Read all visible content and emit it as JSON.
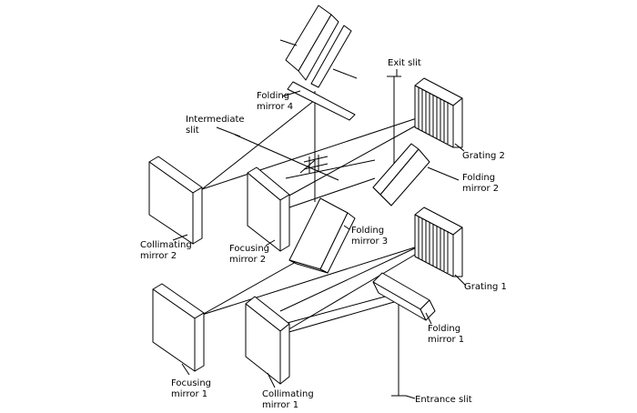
{
  "labels": {
    "folding_mirror_4": [
      "Folding",
      "mirror 4"
    ],
    "intermediate_slit": [
      "Intermediate",
      "slit"
    ],
    "exit_slit": [
      "Exit slit"
    ],
    "grating_2": [
      "Grating 2"
    ],
    "folding_mirror_2": [
      "Folding",
      "mirror 2"
    ],
    "collimating_mirror_2": [
      "Collimating",
      "mirror 2"
    ],
    "focusing_mirror_2": [
      "Focusing",
      "mirror 2"
    ],
    "folding_mirror_3": [
      "Folding",
      "mirror 3"
    ],
    "grating_1": [
      "Grating 1"
    ],
    "folding_mirror_1": [
      "Folding",
      "mirror 1"
    ],
    "focusing_mirror_1": [
      "Focusing",
      "mirror 1"
    ],
    "collimating_mirror_1": [
      "Collimating",
      "mirror 1"
    ],
    "entrance_slit": [
      "Entrance slit"
    ]
  }
}
